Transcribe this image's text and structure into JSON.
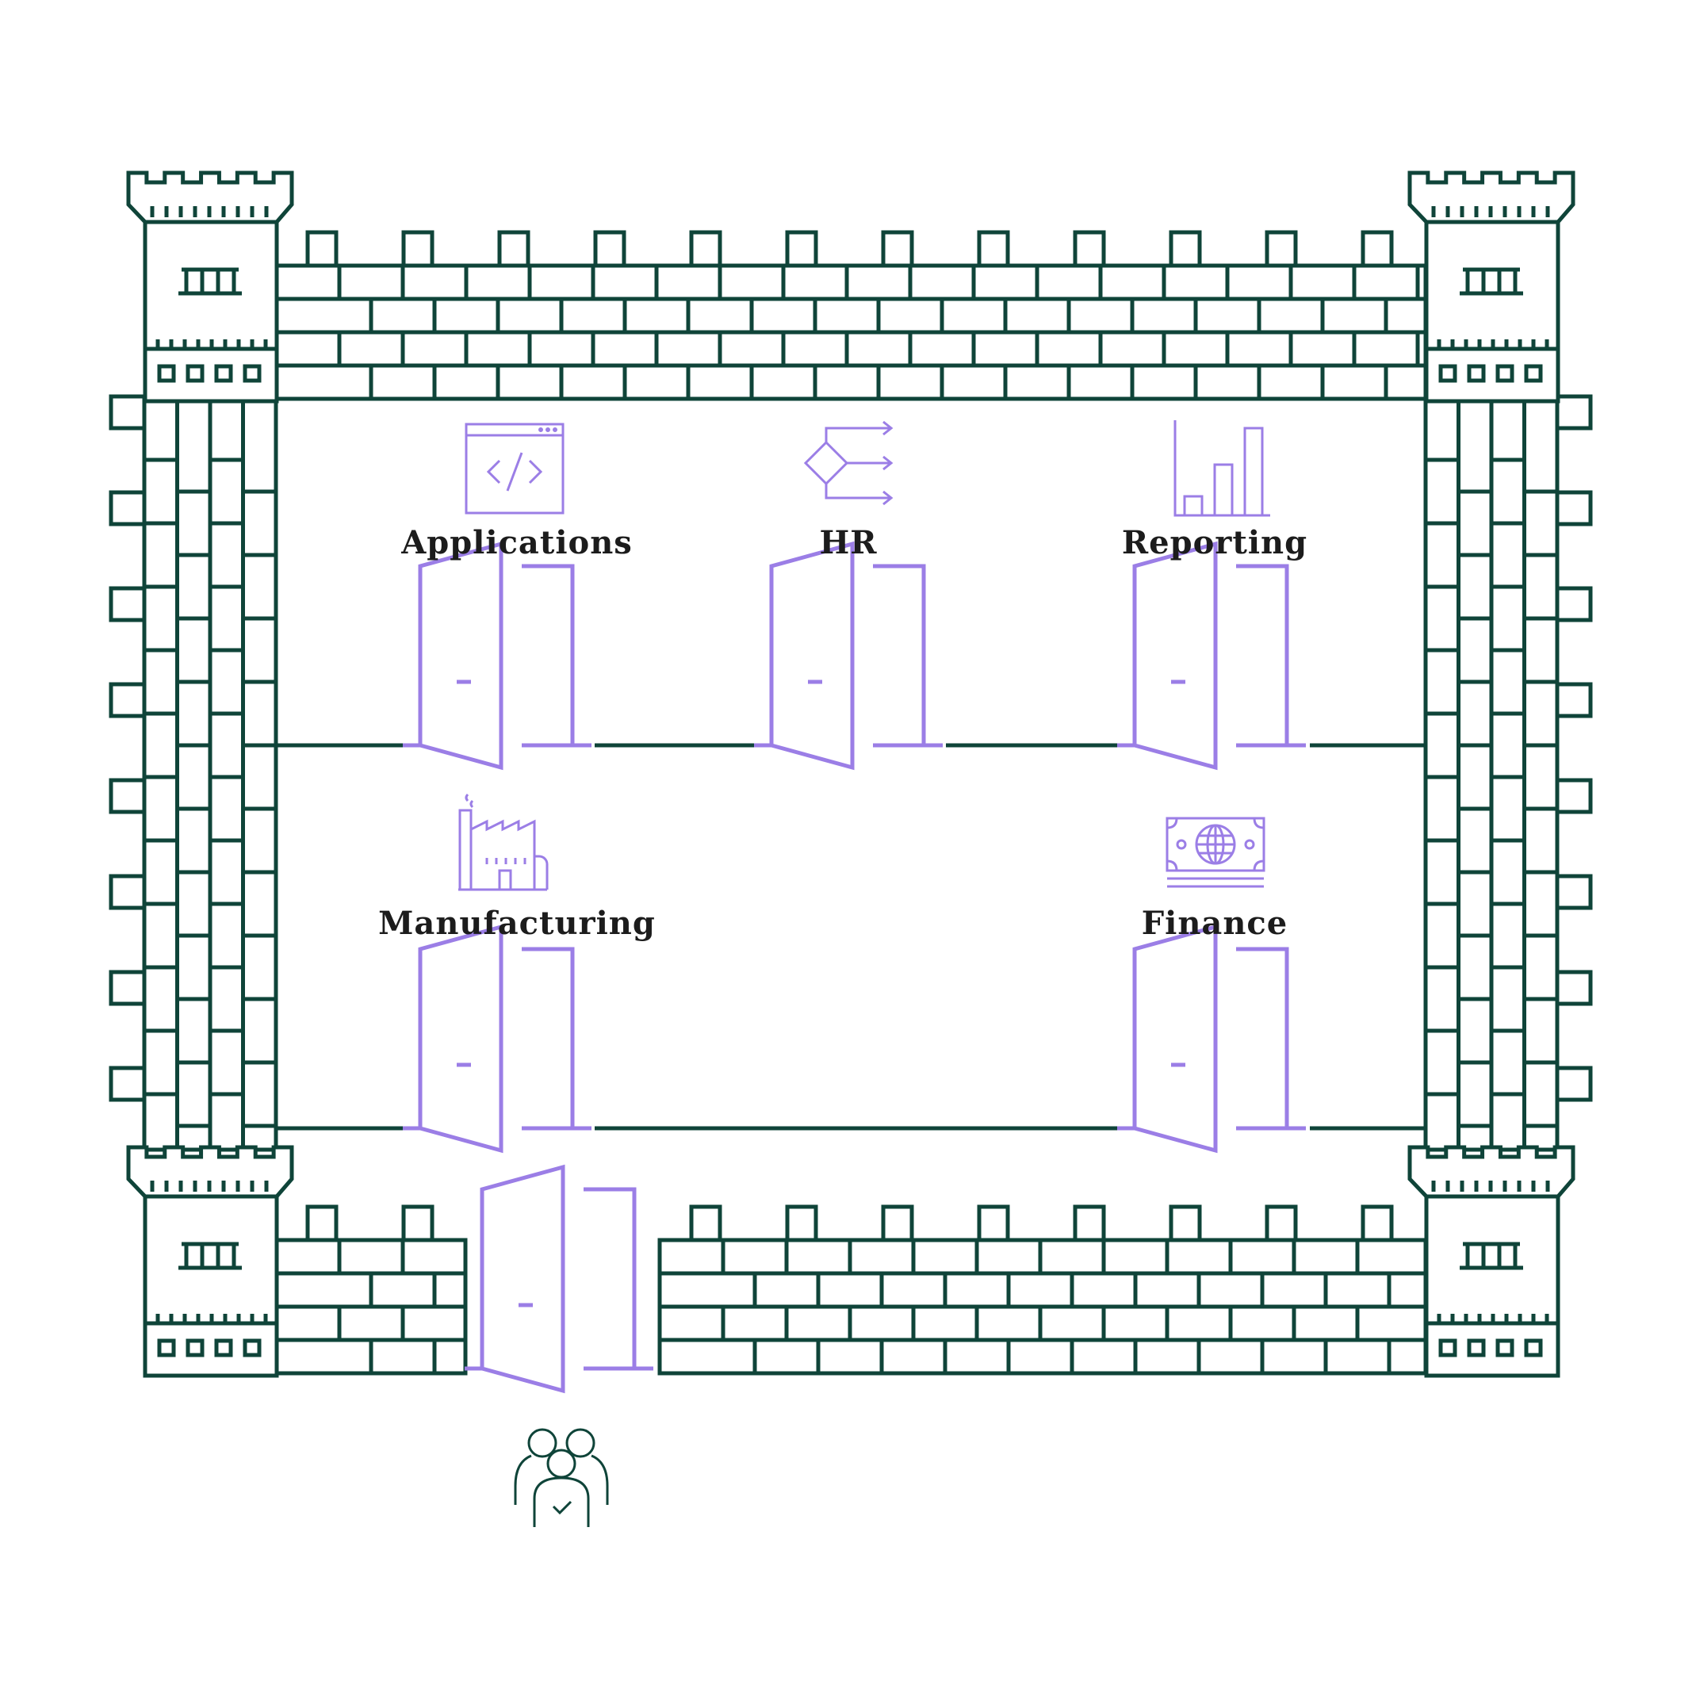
{
  "colors": {
    "wall": "#0f4439",
    "accent": "#9b7ee6",
    "text": "#1c1c1c",
    "background": "#ffffff"
  },
  "rooms": [
    {
      "id": "applications",
      "label": "Applications",
      "icon": "code-window-icon"
    },
    {
      "id": "hr",
      "label": "HR",
      "icon": "workflow-arrows-icon"
    },
    {
      "id": "reporting",
      "label": "Reporting",
      "icon": "bar-chart-icon"
    },
    {
      "id": "manufacturing",
      "label": "Manufacturing",
      "icon": "factory-icon"
    },
    {
      "id": "finance",
      "label": "Finance",
      "icon": "banknote-globe-icon"
    }
  ],
  "entrance": {
    "icon": "users-verified-icon",
    "door_icon": "open-door-icon"
  }
}
